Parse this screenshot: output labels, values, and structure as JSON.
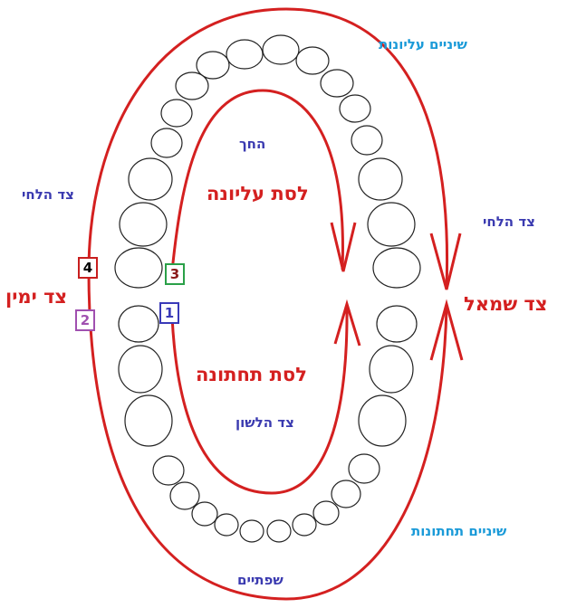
{
  "labels": {
    "upper_teeth": "שיניים עליונות",
    "palate": "החך",
    "cheek_side_left": "צד הלחי",
    "upper_plate": "לסת עליונה",
    "cheek_side_right": "צד הלחי",
    "right_side": "צד ימין",
    "left_side": "צד שמאל",
    "lower_plate": "לסת תחתונה",
    "tongue_side": "צד הלשון",
    "lower_teeth": "שיניים תחתונות",
    "lips": "שפתיים"
  },
  "quadrants": [
    {
      "number": "1",
      "color": "#3a3ab8"
    },
    {
      "number": "2",
      "color": "#a050b0"
    },
    {
      "number": "3",
      "color": "#2aa048"
    },
    {
      "number": "4",
      "color": "#c81e1e"
    }
  ],
  "colors": {
    "arrows": "#d42020",
    "side_labels": "#3a3ab0",
    "teeth_labels": "#1a9ad8",
    "jaw_labels": "#d42020",
    "tooth_outline": "#222222"
  }
}
